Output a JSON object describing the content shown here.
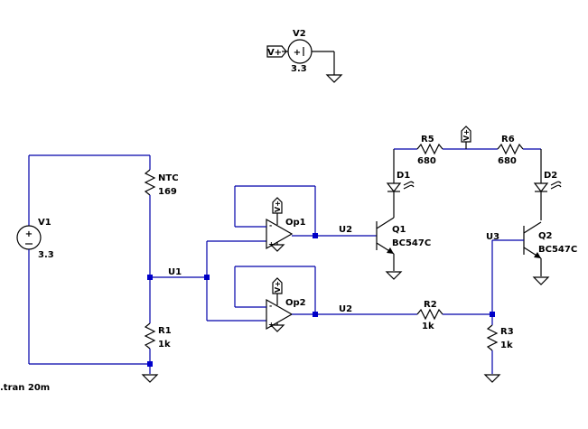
{
  "components": {
    "v2": {
      "name": "V2",
      "value": "3.3",
      "net_flag": "V+"
    },
    "v1": {
      "name": "V1",
      "value": "3.3"
    },
    "ntc": {
      "name": "NTC",
      "value": "169"
    },
    "r1": {
      "name": "R1",
      "value": "1k"
    },
    "op1": {
      "name": "Op1",
      "supply": "V+"
    },
    "op2": {
      "name": "Op2",
      "supply": "V+"
    },
    "r5": {
      "name": "R5",
      "value": "680"
    },
    "r6": {
      "name": "R6",
      "value": "680"
    },
    "d1": {
      "name": "D1"
    },
    "d2": {
      "name": "D2"
    },
    "q1": {
      "name": "Q1",
      "model": "BC547C"
    },
    "q2": {
      "name": "Q2",
      "model": "BC547C"
    },
    "r2": {
      "name": "R2",
      "value": "1k"
    },
    "r3": {
      "name": "R3",
      "value": "1k"
    },
    "vplus_flag": "V+"
  },
  "nets": {
    "u1": "U1",
    "u2_a": "U2",
    "u2_b": "U2",
    "u3": "U3"
  },
  "directive": ".tran 20m"
}
